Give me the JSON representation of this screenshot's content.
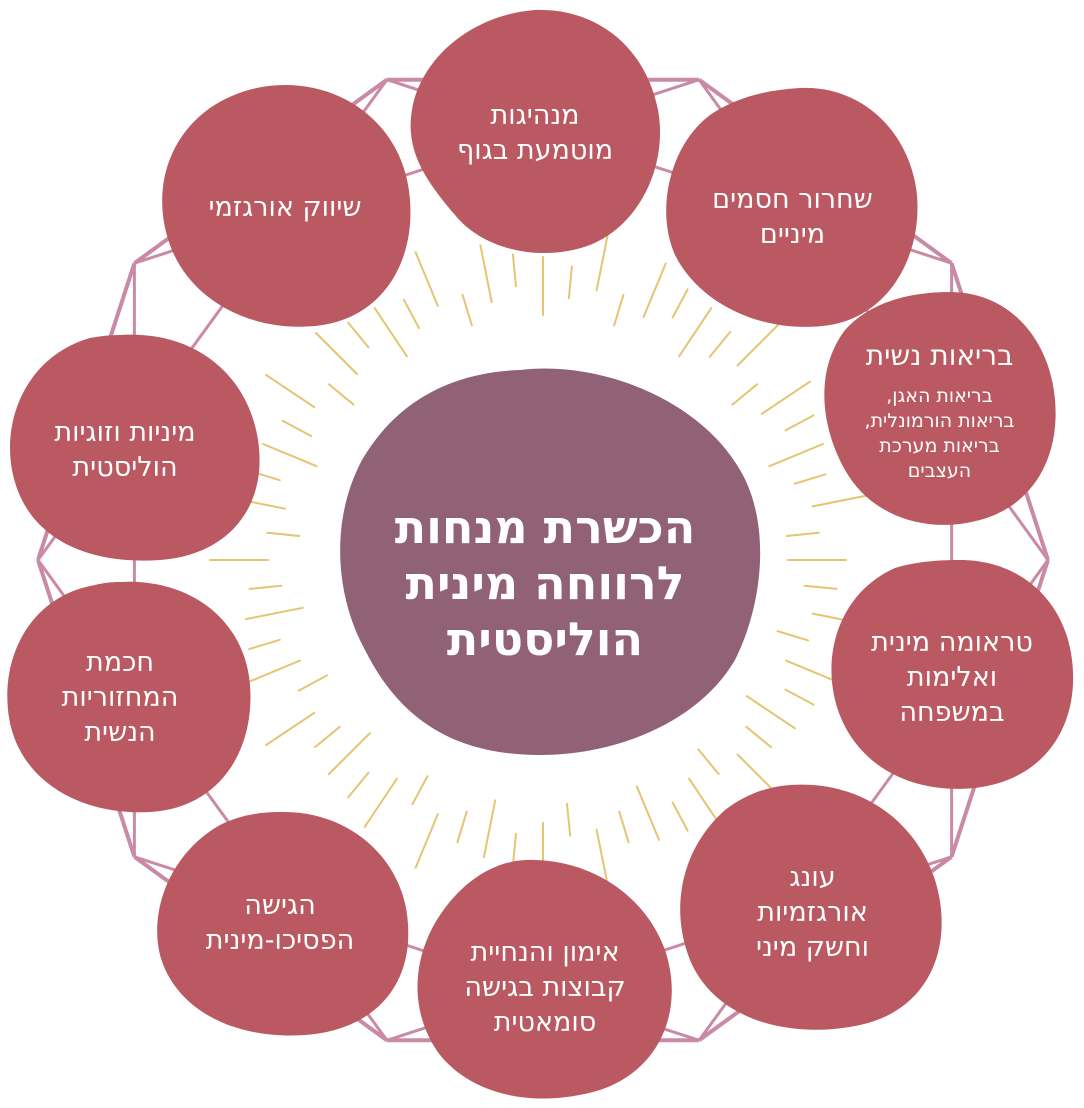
{
  "center": {
    "lines": [
      "הכשרת מנחות",
      "לרווחה מינית",
      "הוליסטית"
    ],
    "color": "#916176"
  },
  "nodes": [
    {
      "id": "body-habits",
      "lines": [
        "מנהיגות",
        "מוטמעת בגוף"
      ]
    },
    {
      "id": "sexual-blocks",
      "lines": [
        "שחרור חסמים",
        "מיניים"
      ]
    },
    {
      "id": "womens-health",
      "title": "בריאות נשית",
      "sub": [
        "בריאות האגן,",
        "בריאות הורמונלית,",
        "בריאות מערכת",
        "העצבים"
      ]
    },
    {
      "id": "sexual-trauma",
      "lines": [
        "טראומה מינית",
        "ואלימות",
        "במשפחה"
      ]
    },
    {
      "id": "orgasmic-pleasure",
      "lines": [
        "עונג",
        "אורגזמיות",
        "וחשק מיני"
      ]
    },
    {
      "id": "somatic-groups",
      "lines": [
        "אימון והנחיית",
        "קבוצות בגישה",
        "סומאטית"
      ]
    },
    {
      "id": "psychosexual",
      "lines": [
        "הגישה",
        "הפסיכו-מינית"
      ]
    },
    {
      "id": "cyclical-wisdom",
      "lines": [
        "חכמת",
        "המחזוריות",
        "הנשית"
      ]
    },
    {
      "id": "holistic-sexuality",
      "lines": [
        "מיניות וזוגיות",
        "הוליסטית"
      ]
    },
    {
      "id": "orgasmic-marketing",
      "lines": [
        "שיווק אורגזמי"
      ]
    }
  ],
  "colors": {
    "node": "#ba5961",
    "ring": "#c98aa6",
    "rays": "#e3c572",
    "text": "#ffffff"
  }
}
